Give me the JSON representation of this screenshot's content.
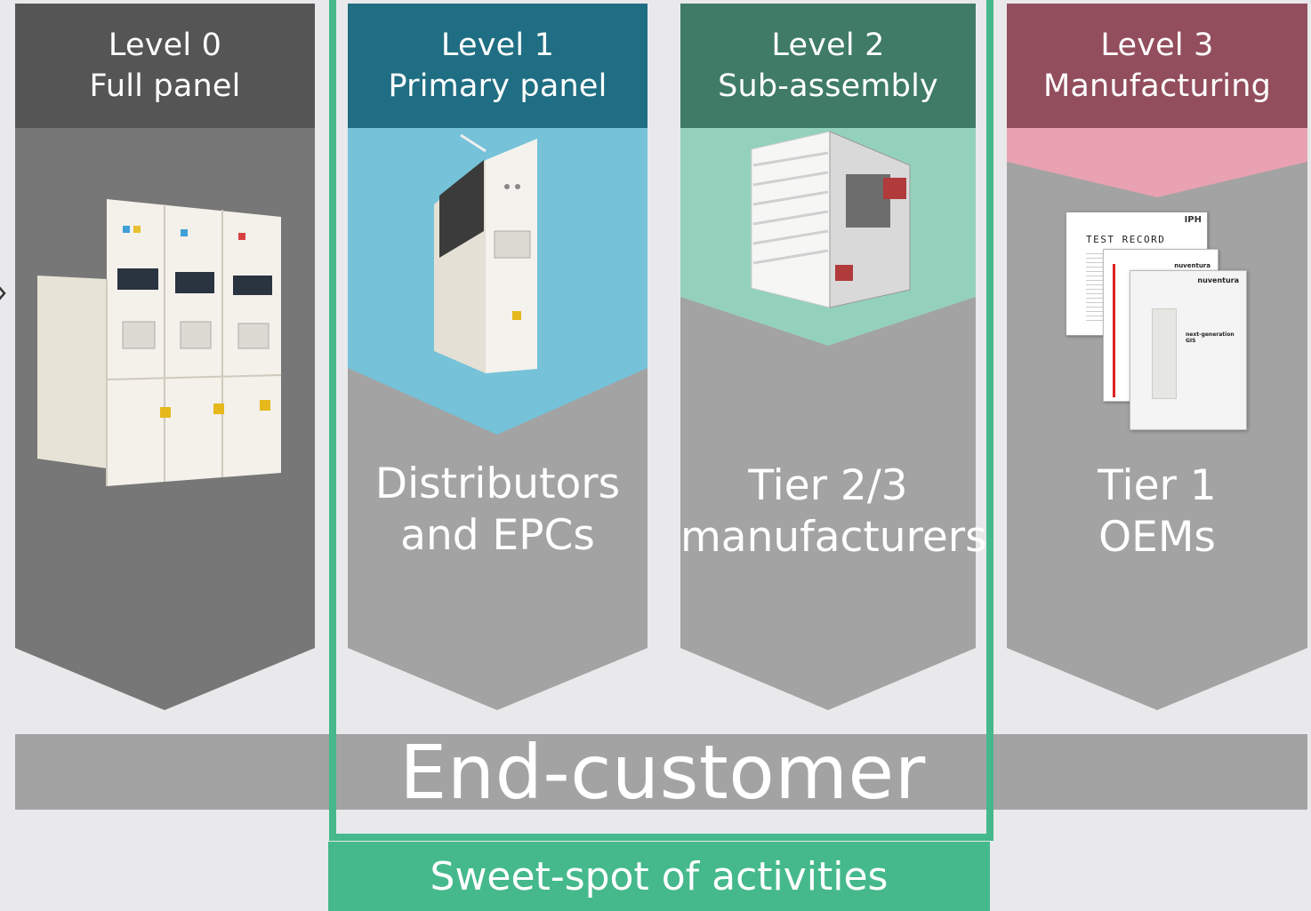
{
  "columns": [
    {
      "level": "Level 0",
      "name": "Full panel",
      "tier_line1": "",
      "tier_line2": ""
    },
    {
      "level": "Level 1",
      "name": "Primary panel",
      "tier_line1": "Distributors",
      "tier_line2": "and EPCs"
    },
    {
      "level": "Level 2",
      "name": "Sub-assembly",
      "tier_line1": "Tier 2/3",
      "tier_line2": "manufacturers"
    },
    {
      "level": "Level 3",
      "name": "Manufacturing",
      "tier_line1": "Tier 1",
      "tier_line2": "OEMs"
    }
  ],
  "documents": {
    "test_record": "TEST RECORD",
    "logo": "IPH",
    "brand": "nuventura",
    "brochure_title": "next-generation GIS"
  },
  "end_customer": "End-customer",
  "sweet_spot": "Sweet-spot of activities",
  "colors": {
    "background": "#e9e9eb",
    "level0_header": "#555555",
    "level1_header": "#206e83",
    "level2_header": "#3f7b66",
    "level3_header": "#934e5d",
    "body_dark": "#777777",
    "body_light": "#a3a3a3",
    "level1_accent": "#75c2d9",
    "level2_accent": "#94d1bd",
    "level3_accent": "#e8a2b1",
    "sweet_spot": "#45b98c"
  }
}
